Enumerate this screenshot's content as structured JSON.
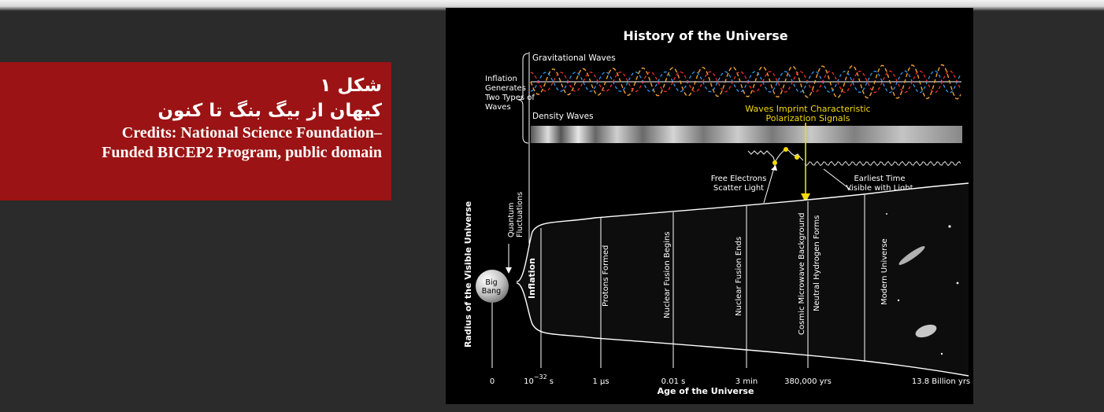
{
  "caption": {
    "title_line1": "شکل ۱",
    "title_line2": "کیهان از بیگ بنگ تا کنون",
    "credit_line1": "Credits: National Science Foundation–",
    "credit_line2": "Funded BICEP2 Program, public domain"
  },
  "figure": {
    "title": "History of the Universe",
    "y_axis_label": "Radius of the Visible Universe",
    "x_axis_label": "Age of the Universe",
    "gravitational_waves_label": "Gravitational Waves",
    "inflation_note": [
      "Inflation",
      "Generates",
      "Two Types of",
      "Waves"
    ],
    "density_waves_label": "Density Waves",
    "imprint_label": [
      "Waves Imprint Characteristic",
      "Polarization Signals"
    ],
    "free_electrons_label": [
      "Free Electrons",
      "Scatter Light"
    ],
    "earliest_time_label": [
      "Earliest Time",
      "Visible with Light"
    ],
    "quantum_label": [
      "Quantum",
      "Fluctuations"
    ],
    "big_bang_label": [
      "Big",
      "Bang"
    ],
    "eras": [
      "Inflation",
      "Protons Formed",
      "Nuclear Fusion Begins",
      "Nuclear Fusion Ends",
      "Cosmic Microwave Background",
      "Neutral Hydrogen Forms",
      "Modern Universe"
    ],
    "ticks": {
      "t0": "0",
      "t1_base": "10",
      "t1_exp": "−32",
      "t1_unit": "s",
      "t2": "1 µs",
      "t3": "0.01 s",
      "t4": "3 min",
      "t5": "380,000 yrs",
      "t6": "13.8 Billion yrs"
    },
    "colors": {
      "caption_bg": "#9b1314",
      "imprint_yellow": "#f5d90a",
      "wave_orange": "#f0a030",
      "wave_blue": "#30a0ff",
      "wave_red": "#ff3030"
    }
  }
}
